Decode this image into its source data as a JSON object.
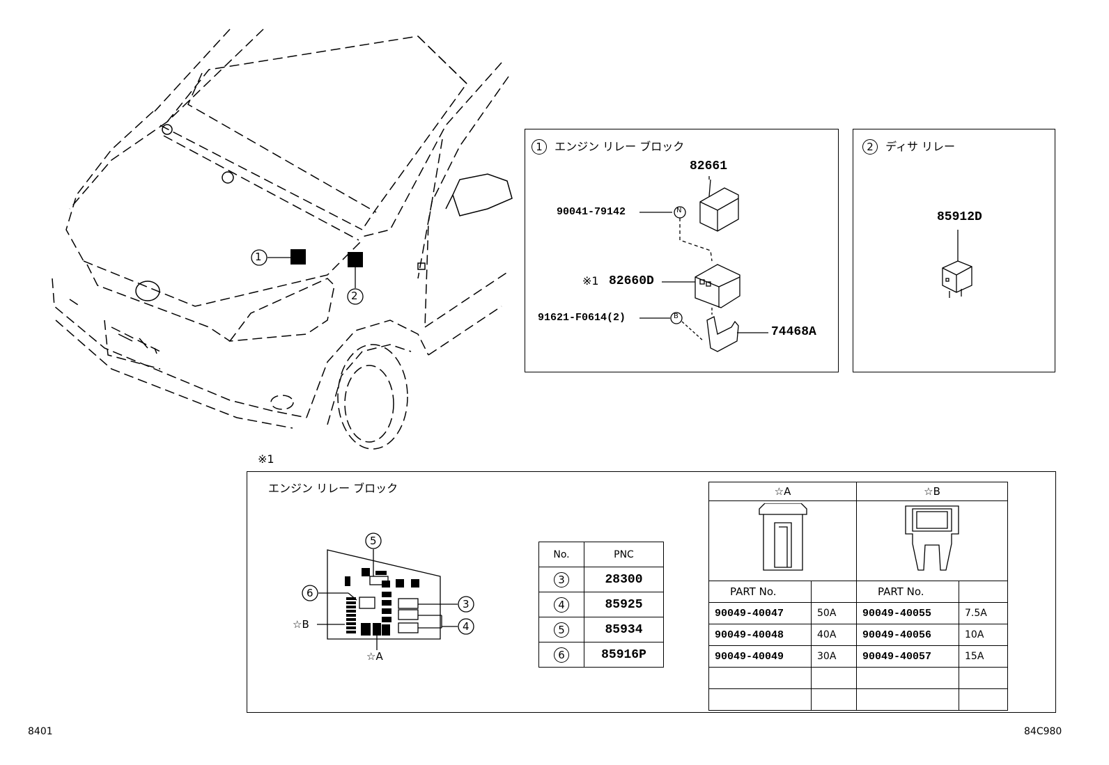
{
  "callouts": {
    "c1": "1",
    "c2": "2",
    "c3": "3",
    "c4": "4",
    "c5": "5",
    "c6": "6",
    "starA": "☆A",
    "starB": "☆B"
  },
  "panel1": {
    "number": "1",
    "title": "エンジン リレー ブロック",
    "parts": {
      "cover": "82661",
      "bolt": "90041-79142",
      "bolt_marker": "N",
      "block_note": "※1",
      "block": "82660D",
      "nut": "91621-F0614(2)",
      "nut_marker": "B",
      "bracket": "74468A"
    }
  },
  "panel2": {
    "number": "2",
    "title": "ディサ リレー",
    "part": "85912D"
  },
  "detail": {
    "note": "※1",
    "title": "エンジン リレー ブロック",
    "pnc_table": {
      "headers": [
        "No.",
        "PNC"
      ],
      "rows": [
        {
          "no": "3",
          "pnc": "28300"
        },
        {
          "no": "4",
          "pnc": "85925"
        },
        {
          "no": "5",
          "pnc": "85934"
        },
        {
          "no": "6",
          "pnc": "85916P"
        }
      ]
    },
    "fuse_table": {
      "groups": [
        "☆A",
        "☆B"
      ],
      "part_header": "PART No.",
      "rows": [
        {
          "a_part": "90049-40047",
          "a_amp": "50A",
          "b_part": "90049-40055",
          "b_amp": "7.5A"
        },
        {
          "a_part": "90049-40048",
          "a_amp": "40A",
          "b_part": "90049-40056",
          "b_amp": "10A"
        },
        {
          "a_part": "90049-40049",
          "a_amp": "30A",
          "b_part": "90049-40057",
          "b_amp": "15A"
        }
      ]
    }
  },
  "footer": {
    "left": "8401",
    "right": "84C980"
  }
}
